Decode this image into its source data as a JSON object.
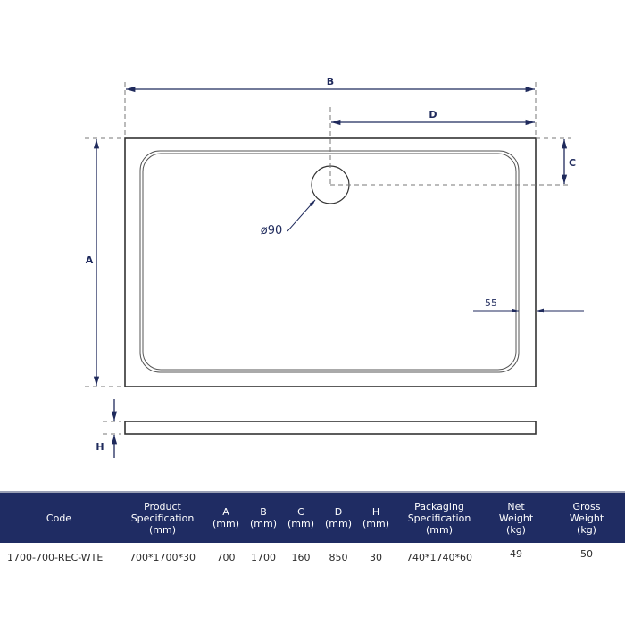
{
  "diagram": {
    "labels": {
      "A": "A",
      "B": "B",
      "C": "C",
      "D": "D",
      "H": "H",
      "waste_diameter": "ø90",
      "edge_width": "55"
    },
    "colors": {
      "dimension_line": "#1f2a5c",
      "outline": "#333333",
      "dashed": "#777777",
      "table_header_bg": "#1f2c63"
    }
  },
  "table": {
    "headers": [
      {
        "line1": "",
        "line2": "Code",
        "line3": ""
      },
      {
        "line1": "Product",
        "line2": "Specification",
        "line3": "(mm)"
      },
      {
        "line1": "",
        "line2": "A",
        "line3": "(mm)"
      },
      {
        "line1": "",
        "line2": "B",
        "line3": "(mm)"
      },
      {
        "line1": "",
        "line2": "C",
        "line3": "(mm)"
      },
      {
        "line1": "",
        "line2": "D",
        "line3": "(mm)"
      },
      {
        "line1": "",
        "line2": "H",
        "line3": "(mm)"
      },
      {
        "line1": "Packaging",
        "line2": "Specification",
        "line3": "(mm)"
      },
      {
        "line1": "Net",
        "line2": "Weight",
        "line3": "(kg)"
      },
      {
        "line1": "Gross",
        "line2": "Weight",
        "line3": "(kg)"
      }
    ],
    "rows": [
      [
        "1700-700-REC-WTE",
        "700*1700*30",
        "700",
        "1700",
        "160",
        "850",
        "30",
        "740*1740*60",
        "49",
        "50"
      ]
    ]
  }
}
